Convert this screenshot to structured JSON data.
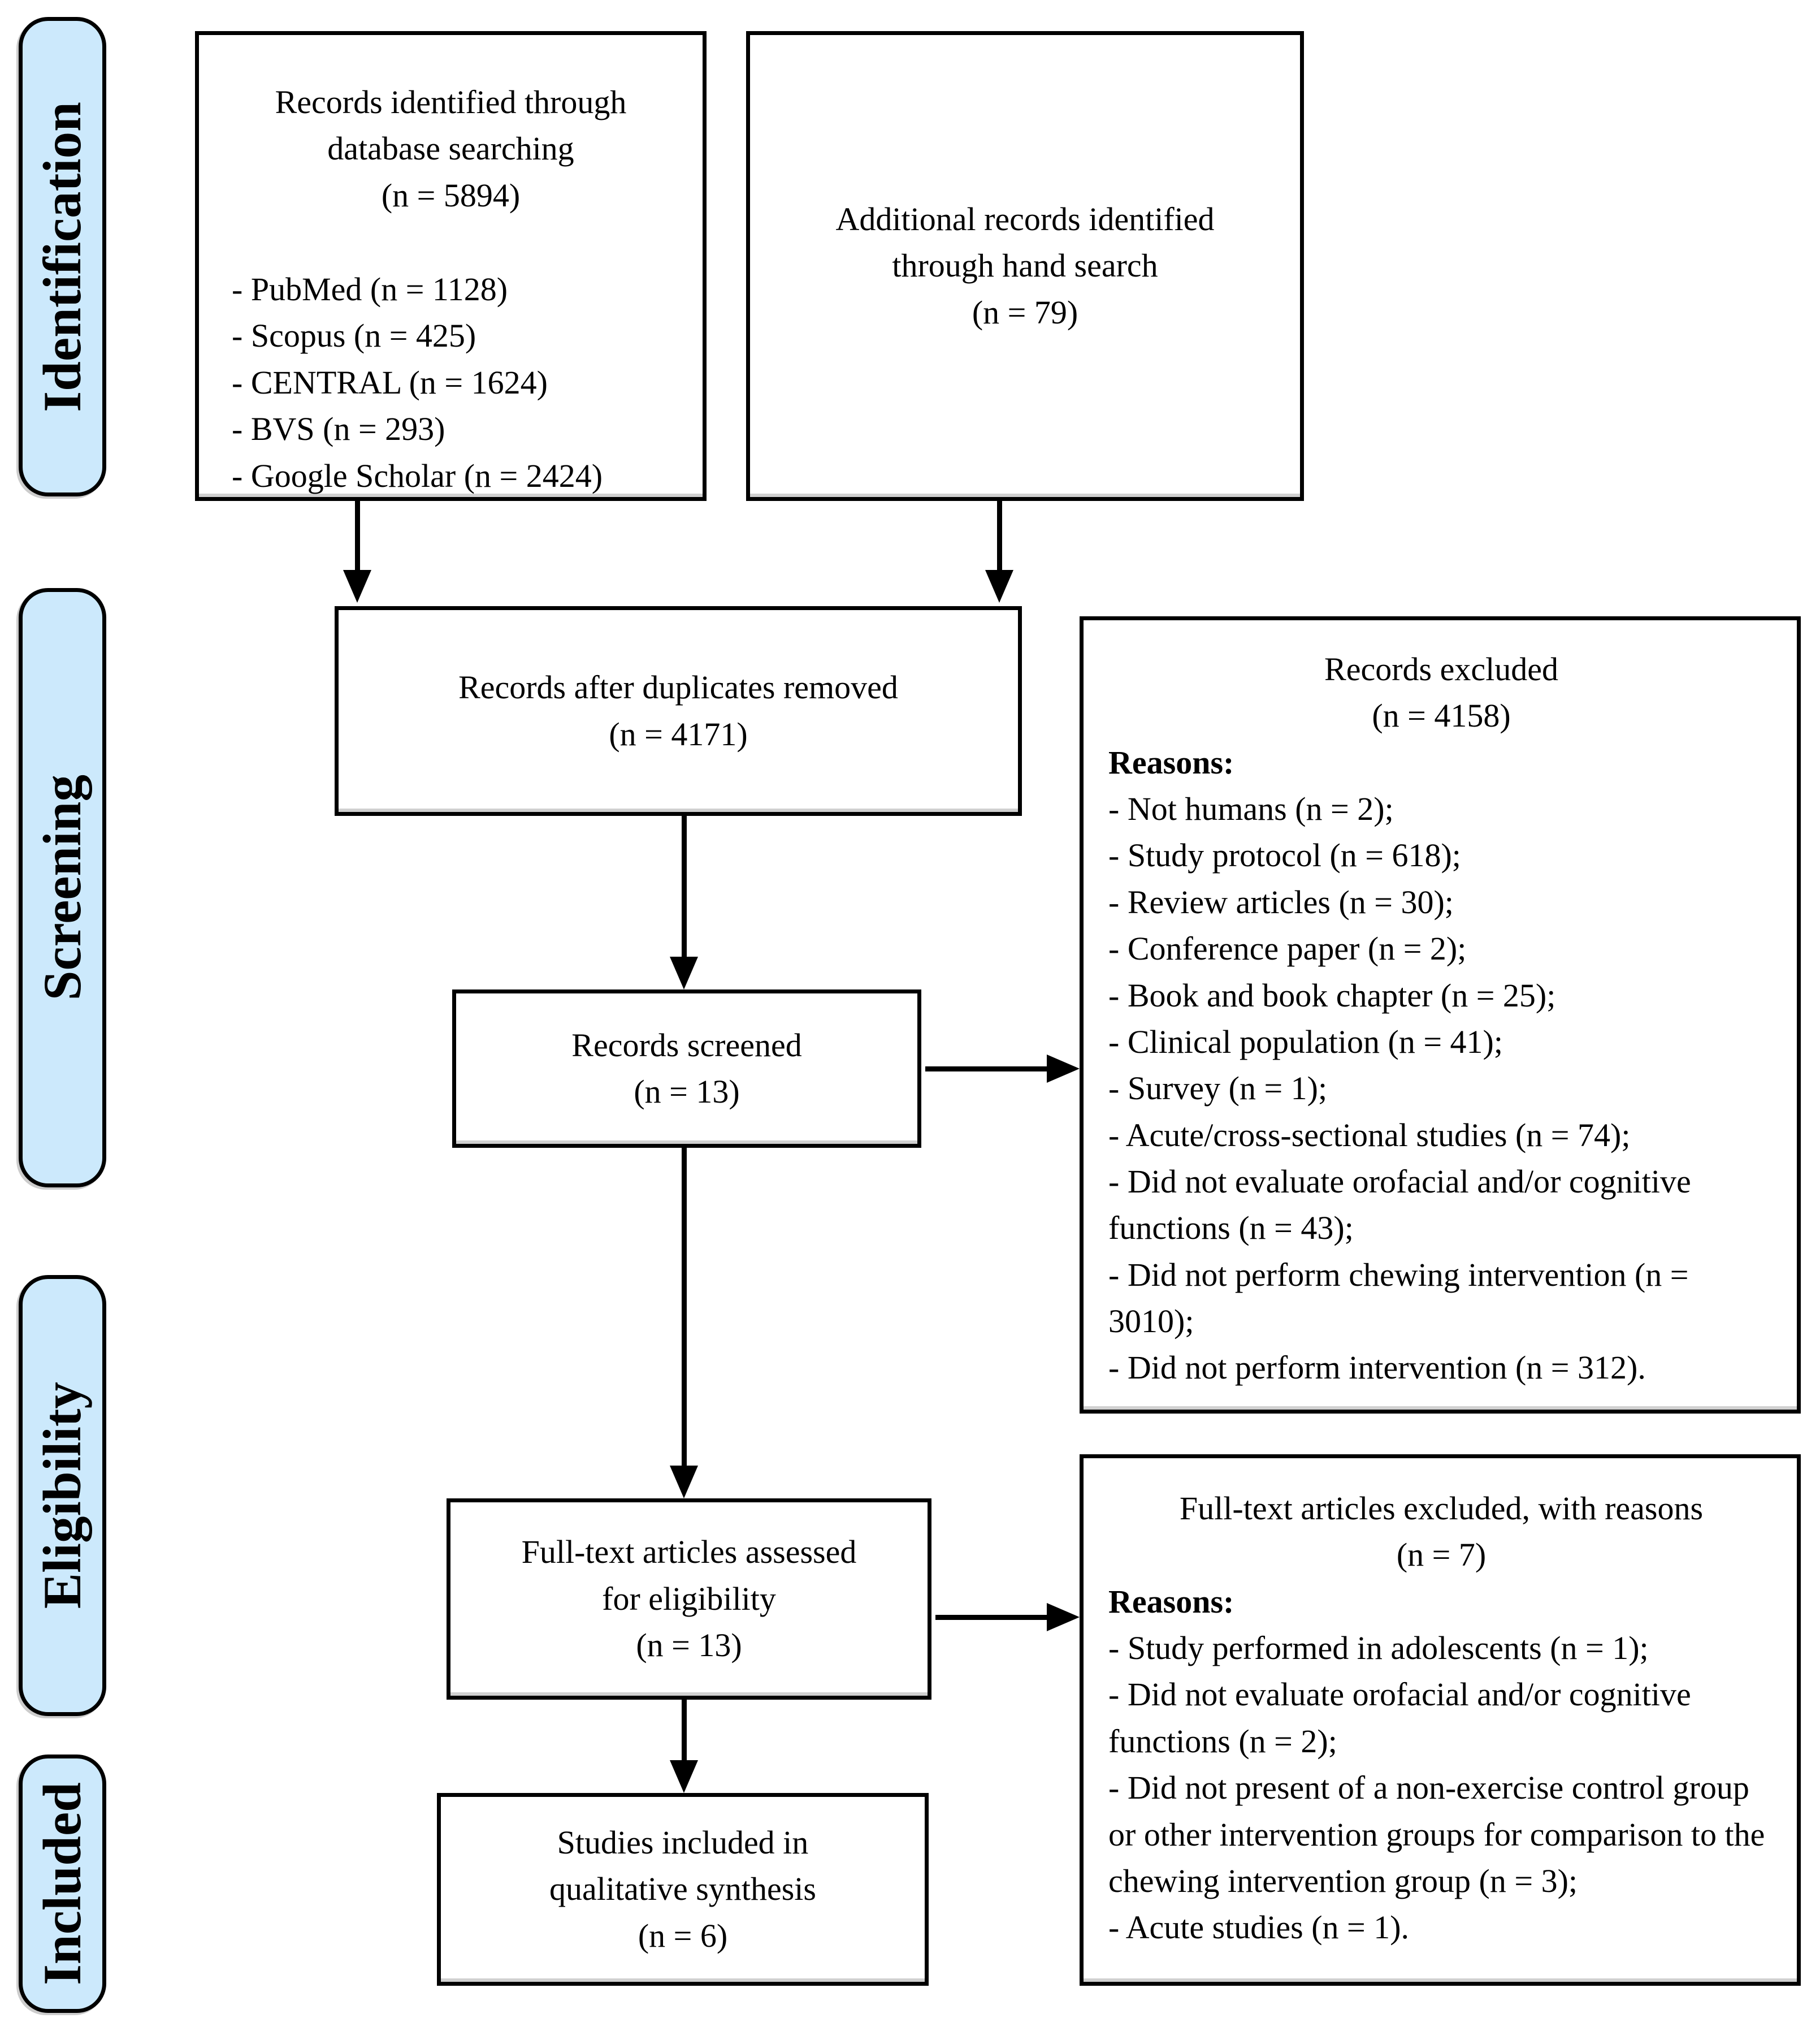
{
  "sidebar": {
    "stages": [
      {
        "label": "Identification"
      },
      {
        "label": "Screening"
      },
      {
        "label": "Eligibility"
      },
      {
        "label": "Included"
      }
    ]
  },
  "boxes": {
    "identified": {
      "title": [
        "Records identified through",
        "database searching",
        "(n = 5894)"
      ],
      "sources": [
        "- PubMed (n = 1128)",
        "- Scopus (n = 425)",
        "- CENTRAL (n = 1624)",
        "- BVS (n = 293)",
        "- Google Scholar (n = 2424)"
      ]
    },
    "additional": {
      "title": [
        "Additional records identified",
        "through hand search",
        "(n = 79)"
      ]
    },
    "deduplicated": {
      "title": [
        "Records after duplicates removed",
        "(n = 4171)"
      ]
    },
    "screened": {
      "title": [
        "Records screened",
        "(n = 13)"
      ]
    },
    "records_excluded": {
      "title": [
        "Records excluded",
        "(n = 4158)"
      ],
      "reasons_label": "Reasons:",
      "reasons": [
        "- Not humans (n = 2);",
        "- Study protocol (n = 618);",
        "- Review articles (n = 30);",
        "- Conference paper (n = 2);",
        "- Book and book chapter (n = 25);",
        "- Clinical population (n = 41);",
        "- Survey (n = 1);",
        "- Acute/cross-sectional studies (n = 74);",
        "- Did not evaluate orofacial and/or cognitive functions (n = 43);",
        "- Did not perform chewing intervention (n = 3010);",
        "- Did not perform intervention (n = 312)."
      ]
    },
    "fulltext_assessed": {
      "title": [
        "Full-text articles assessed",
        "for eligibility",
        "(n = 13)"
      ]
    },
    "fulltext_excluded": {
      "title": [
        "Full-text articles excluded, with reasons",
        "(n = 7)"
      ],
      "reasons_label": "Reasons:",
      "reasons": [
        "- Study performed in adolescents (n = 1);",
        "- Did not evaluate orofacial and/or cognitive functions (n = 2);",
        "- Did not present of a non-exercise control group or other intervention groups for comparison to the chewing intervention group (n = 3);",
        "- Acute studies (n = 1)."
      ]
    },
    "included_studies": {
      "title": [
        "Studies included in",
        "qualitative synthesis",
        "(n = 6)"
      ]
    }
  },
  "colors": {
    "stage_fill": "#cce9fc",
    "box_fill": "#ffffff",
    "line": "#000000"
  }
}
